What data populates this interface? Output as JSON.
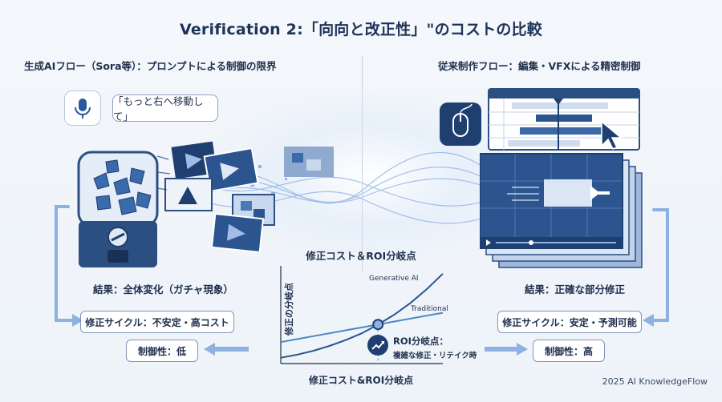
{
  "title": "Verification 2:「向向と改正性」\"のコストの比較",
  "left": {
    "heading": "生成AIフロー（Sora等）：プロンプトによる制御の限界",
    "speech_bubble": "「もっと右へ移動して」",
    "result_caption": "結果：全体変化（ガチャ現象）",
    "cycle_label": "修正サイクル：不安定・高コスト",
    "control_label": "制御性：低",
    "icons": [
      "microphone-icon",
      "gacha-machine-icon"
    ]
  },
  "right": {
    "heading": "従来制作フロー：編集・VFXによる精密制御",
    "result_caption": "結果：正確な部分修正",
    "cycle_label": "修正サイクル：安定・予測可能",
    "control_label": "制御性：高",
    "icons": [
      "mouse-icon",
      "cursor-icon",
      "timeline-icon"
    ]
  },
  "chart": {
    "title": "修正コスト＆ROI分岐点",
    "ylabel": "修正の分岐点",
    "bottom_label": "修正コスト&ROI分岐点",
    "series_labels": [
      "Generative AI",
      "Traditional"
    ],
    "roi_title": "ROI分岐点：",
    "roi_detail": "複雑な修正・リテイク時"
  },
  "chart_data": {
    "type": "line",
    "title": "修正コスト＆ROI分岐点",
    "xlabel": "修正コスト&ROI分岐点",
    "ylabel": "修正の分岐点",
    "x": [
      0,
      1,
      2,
      3,
      4,
      5,
      6,
      7,
      8,
      9,
      10
    ],
    "series": [
      {
        "name": "Generative AI",
        "values": [
          0.6,
          0.9,
          1.3,
          1.8,
          2.4,
          3.1,
          4.0,
          5.0,
          6.2,
          7.6,
          9.2
        ]
      },
      {
        "name": "Traditional",
        "values": [
          2.2,
          2.5,
          2.8,
          3.1,
          3.4,
          3.7,
          4.0,
          4.3,
          4.6,
          4.9,
          5.2
        ]
      }
    ],
    "breakeven": {
      "x": 6,
      "y": 4.0
    },
    "xlim": [
      0,
      10
    ],
    "ylim": [
      0,
      10
    ],
    "grid": false,
    "legend": "inline-labels"
  },
  "credit": "2025 AI KnowledgeFlow",
  "colors": {
    "navy": "#1f3f70",
    "mid_blue": "#3c68a8",
    "light_blue": "#5d8fd1",
    "arrow": "#8db1e0"
  }
}
